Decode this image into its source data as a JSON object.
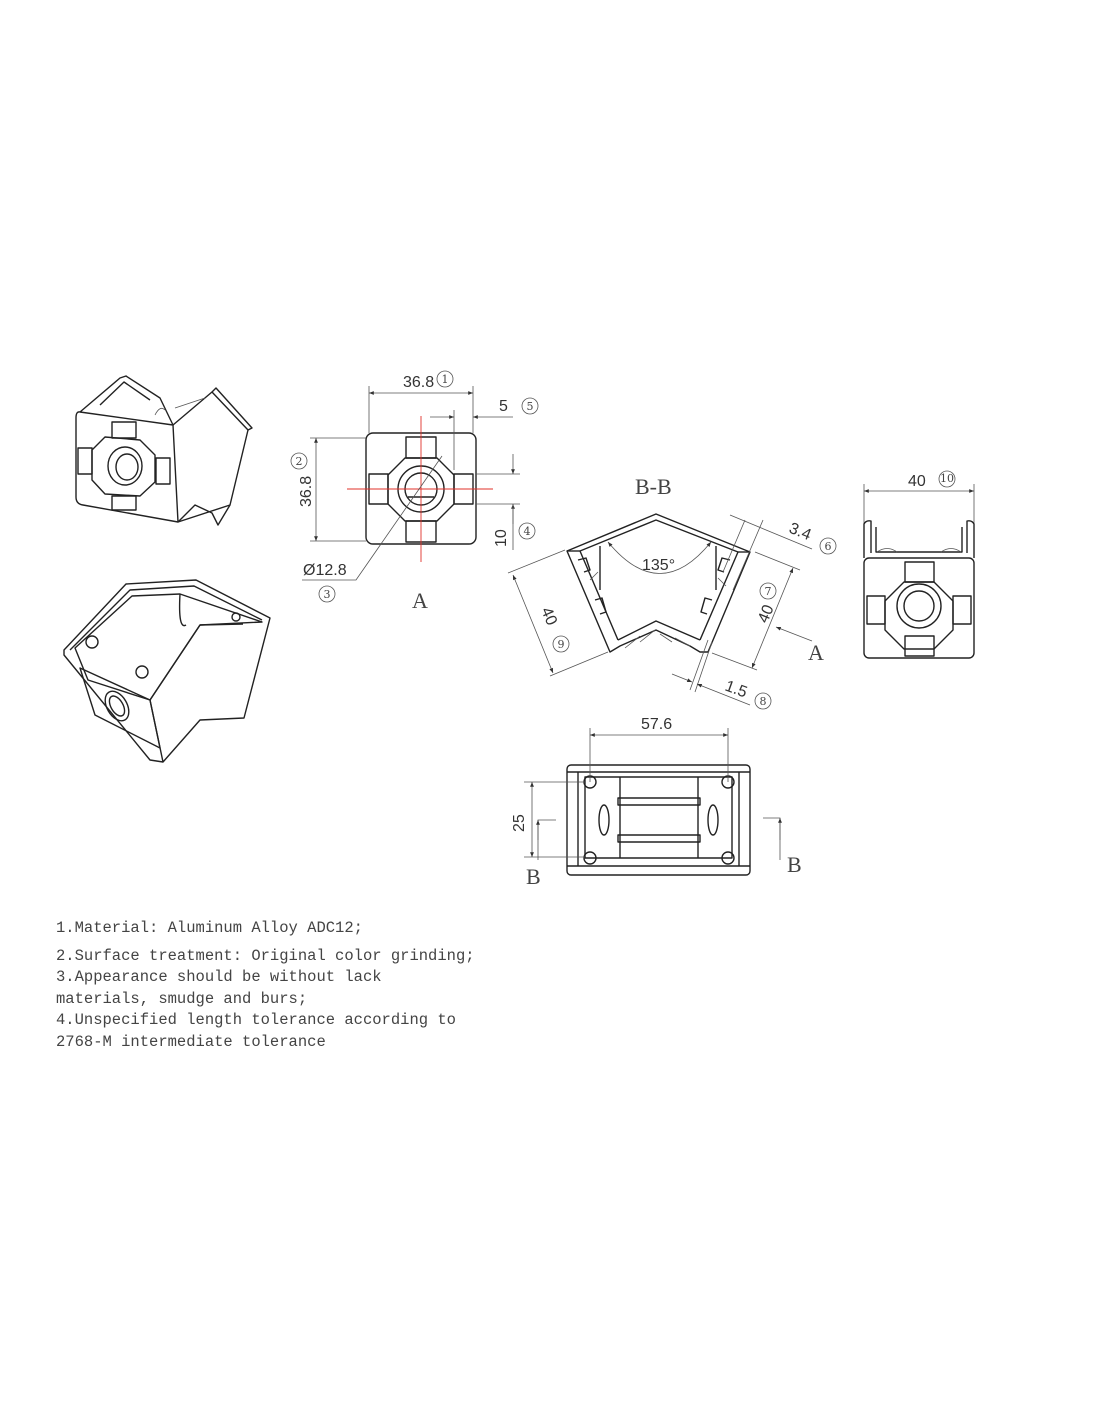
{
  "view_a": {
    "width_dim": "36.8",
    "width_ref": "1",
    "height_dim": "36.8",
    "height_ref": "2",
    "diameter_dim": "Ø12.8",
    "diameter_ref": "3",
    "slot_dim": "10",
    "slot_ref": "4",
    "offset_dim": "5",
    "offset_ref": "5",
    "label": "A"
  },
  "section_bb": {
    "title": "B-B",
    "angle": "135°",
    "wall_dim": "3.4",
    "wall_ref": "6",
    "right_dim": "40",
    "right_ref": "7",
    "thin_dim": "1.5",
    "thin_ref": "8",
    "left_dim": "40",
    "left_ref": "9",
    "view_arrow": "A"
  },
  "side_view": {
    "width_dim": "40",
    "width_ref": "10"
  },
  "bottom_view": {
    "width_dim": "57.6",
    "height_dim": "25",
    "section_left": "B",
    "section_right": "B"
  },
  "notes": [
    "1.Material: Aluminum Alloy ADC12;",
    "2.Surface treatment: Original color grinding;",
    "3.Appearance should be without lack",
    "materials, smudge and burs;",
    "4.Unspecified length tolerance according to",
    "2768-M intermediate tolerance"
  ],
  "colors": {
    "centerline": "#e0302a",
    "line": "#222222"
  }
}
